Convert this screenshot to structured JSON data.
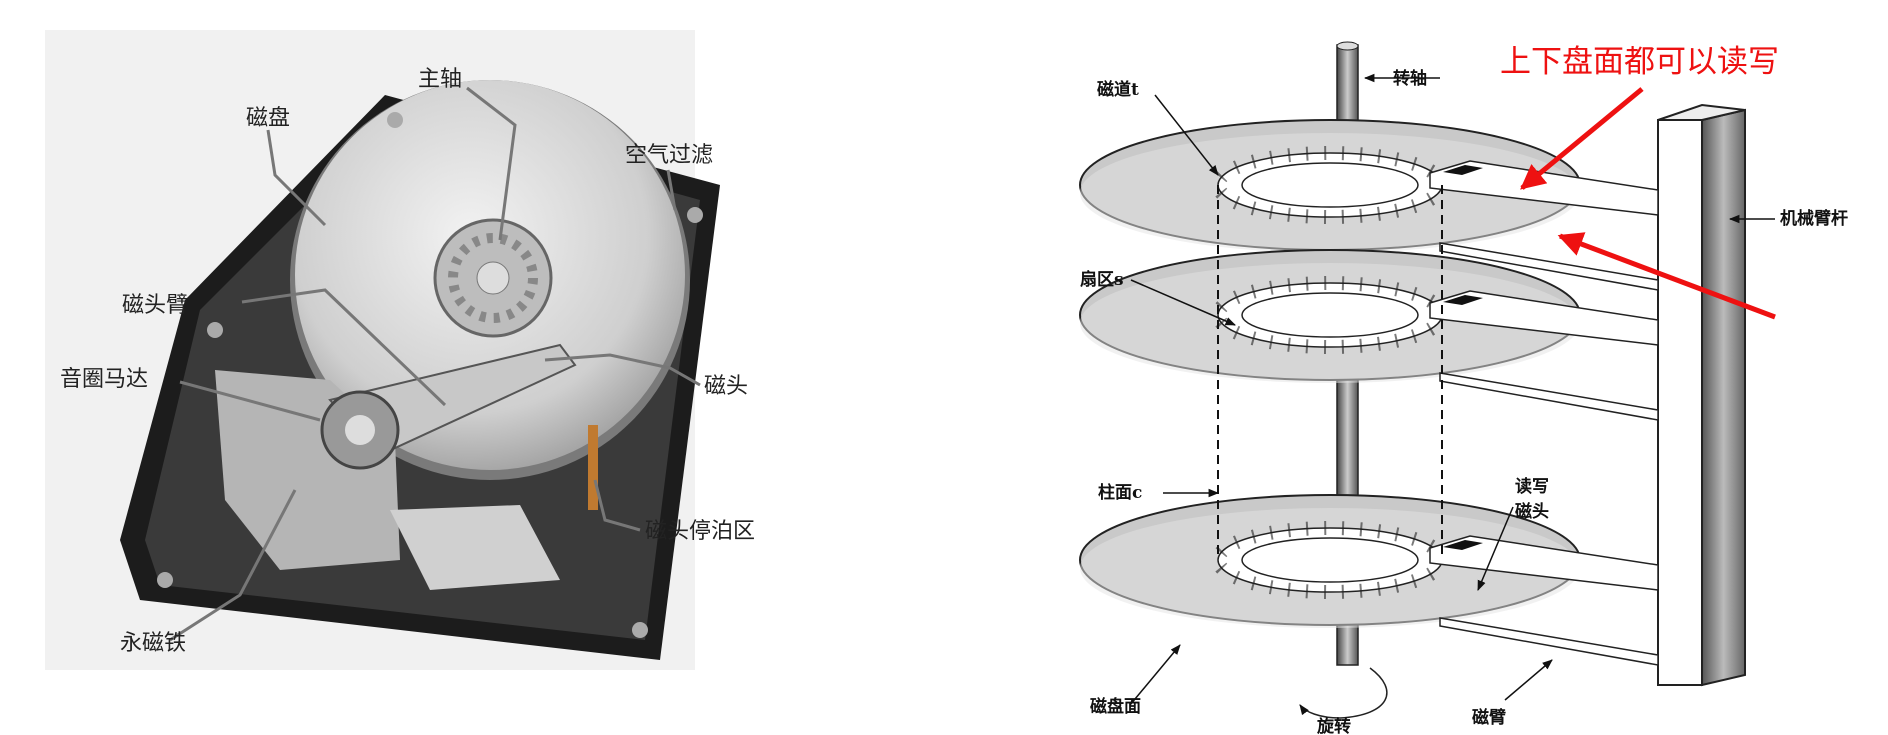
{
  "left_photo": {
    "labels": {
      "spindle": "主轴",
      "platter": "磁盘",
      "air_filter": "空气过滤",
      "head_arm": "磁头臂",
      "voice_coil_motor": "音圈马达",
      "head": "磁头",
      "head_parking_zone": "磁头停泊区",
      "permanent_magnet": "永磁铁"
    }
  },
  "right_diagram": {
    "labels": {
      "spindle": "转轴",
      "track": "磁道t",
      "sector": "扇区s",
      "cylinder": "柱面c",
      "rw_head_line1": "读写",
      "rw_head_line2": "磁头",
      "disk_surface": "磁盘面",
      "arm": "磁臂",
      "actuator_rod": "机械臂杆",
      "rotation": "旋转"
    },
    "annotation": "上下盘面都可以读写",
    "annotation_color": "#ee1111"
  }
}
